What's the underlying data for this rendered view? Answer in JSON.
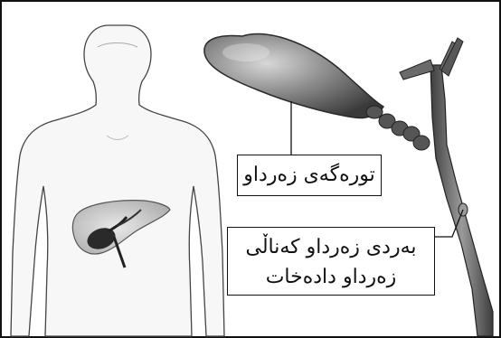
{
  "labels": {
    "gallbladder": "تورەگەی زەرداو",
    "stones_line1": "بەردی زەرداو کەناڵی",
    "stones_line2": "زەرداو دادەخات"
  }
}
